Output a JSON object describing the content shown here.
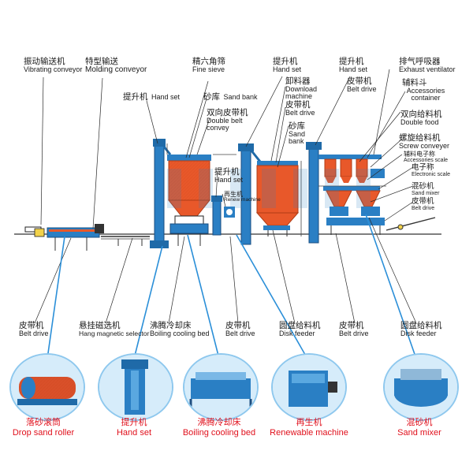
{
  "top_labels": {
    "vibrating_conveyor": {
      "cn": "振动输送机",
      "en": "Vibrating conveyor"
    },
    "molding_conveyor": {
      "cn": "特型输送",
      "en": "Molding conveyor"
    },
    "fine_sieve": {
      "cn": "精六角筛",
      "en": "Fine sieve"
    },
    "hoist_1": {
      "cn": "提升机",
      "en": "Hand set"
    },
    "hoist_2": {
      "cn": "提升机",
      "en": "Hand set"
    },
    "exhaust_ventilator": {
      "cn": "排气呼吸器",
      "en": "Exhaust ventilator"
    },
    "hoist_3": {
      "cn": "提升机",
      "en": "Hand set"
    },
    "sand_bank_1": {
      "cn": "砂库",
      "en": "Sand bank"
    },
    "download_machine": {
      "cn": "卸料器",
      "en": "Download machine"
    },
    "belt_drive_top": {
      "cn": "皮带机",
      "en": "Belt drive"
    },
    "accessories_container": {
      "cn": "辅料斗",
      "en": "Accessories container"
    },
    "double_belt_convey": {
      "cn": "双向皮带机",
      "en": "Double belt convey"
    },
    "belt_drive_mid": {
      "cn": "皮带机",
      "en": "Belt drive"
    },
    "double_food": {
      "cn": "双向给料机",
      "en": "Double food"
    },
    "sand_bank_2": {
      "cn": "砂库",
      "en": "Sand bank"
    },
    "screw_conveyer": {
      "cn": "螺旋给料机",
      "en": "Screw conveyer"
    },
    "accessories_scale": {
      "cn": "辅料电子称",
      "en": "Accessories scale"
    },
    "hoist_4": {
      "cn": "提升机",
      "en": "Hand set"
    },
    "electronic_scale": {
      "cn": "电子称",
      "en": "Electronic scale"
    },
    "regen_machine": {
      "cn": "再生机",
      "en": "Renew machine"
    },
    "sand_mixer_small": {
      "cn": "混砂机",
      "en": "Sand mixer"
    },
    "belt_drive_right": {
      "cn": "皮带机",
      "en": "Belt drive"
    }
  },
  "bottom_labels": [
    {
      "cn": "皮带机",
      "en": "Belt drive"
    },
    {
      "cn": "悬挂磁选机",
      "en": "Hang magnetic selector"
    },
    {
      "cn": "沸腾冷却床",
      "en": "Boiling cooling bed"
    },
    {
      "cn": "皮带机",
      "en": "Belt drive"
    },
    {
      "cn": "圆盘给料机",
      "en": "Disk feeder"
    },
    {
      "cn": "皮带机",
      "en": "Belt drive"
    },
    {
      "cn": "圆盘给料机",
      "en": "Disk feeder"
    }
  ],
  "photo_captions": [
    {
      "cn": "落砂滚筒",
      "en": "Drop sand roller"
    },
    {
      "cn": "提升机",
      "en": "Hand set"
    },
    {
      "cn": "沸腾冷却床",
      "en": "Boiling cooling bed"
    },
    {
      "cn": "再生机",
      "en": "Renewable machine"
    },
    {
      "cn": "混砂机",
      "en": "Sand mixer"
    }
  ],
  "colors": {
    "equipment_orange": "#e8582a",
    "equipment_blue": "#2a7fc4",
    "connector_blue": "#2b8fd8",
    "leader_line": "#2a2a2a",
    "caption_red": "#e0101c",
    "photo_border": "#8ec8ee"
  }
}
